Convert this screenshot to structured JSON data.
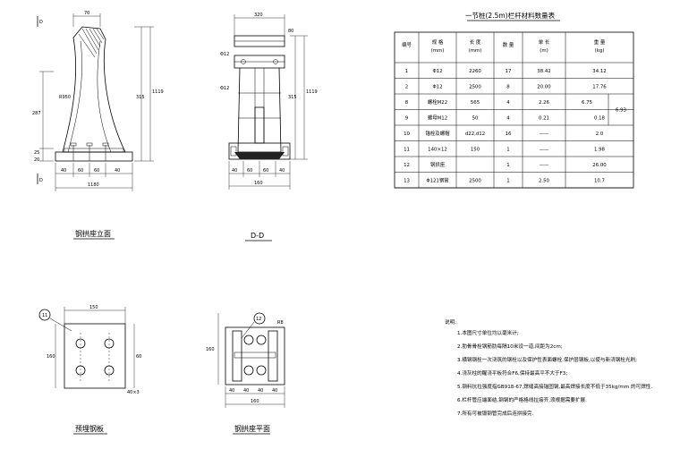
{
  "views": {
    "front": {
      "caption": "钢拱座立面",
      "section_marks": [
        "D",
        "D"
      ],
      "dims": {
        "top": "70",
        "left_total": "287",
        "left_a": "25",
        "left_b": "20",
        "right_a": "315",
        "right_total": "1119",
        "bottom": [
          "40",
          "60",
          "60",
          "40"
        ],
        "bottom_total": "1180",
        "radius": "R950"
      }
    },
    "section": {
      "caption": "D-D",
      "dims": {
        "top": "320",
        "rebar_a": "Φ12",
        "rebar_b": "Φ12",
        "right_a": "80",
        "right_b": "315",
        "right_total": "1119",
        "bottom": [
          "40",
          "60",
          "60",
          "40"
        ],
        "bottom_total": "160"
      }
    },
    "plate": {
      "caption": "预埋钢板",
      "callout": "11",
      "dims": {
        "top": "150",
        "left": "160",
        "right": "60",
        "bottom": "40×3"
      }
    },
    "base_plan": {
      "caption": "钢拱座平面",
      "callout": "12",
      "dims": {
        "top": "160",
        "right": "R8",
        "bottom": [
          "40",
          "40",
          "40",
          "40"
        ],
        "bottom_total": "160"
      }
    }
  },
  "table": {
    "title": "一节桩(2.5m)栏杆材料数量表",
    "headers": [
      "编号",
      "规 格\n(mm)",
      "长 度\n(mm)",
      "数 量",
      "单 长\n(m)",
      "重 量\n(kg)"
    ],
    "rows": [
      [
        "1",
        "Φ12",
        "2260",
        "17",
        "38.42",
        "34.12",
        ""
      ],
      [
        "2",
        "Φ12",
        "2500",
        "8",
        "20.00",
        "17.76",
        ""
      ],
      [
        "8",
        "螺栓M22",
        "565",
        "4",
        "2.26",
        "6.75",
        "6.93"
      ],
      [
        "9",
        "螺母M12",
        "50",
        "4",
        "0.21",
        "0.18",
        ""
      ],
      [
        "10",
        "锚栓及螺帽",
        "d22,d12",
        "16",
        "——",
        "2.0",
        ""
      ],
      [
        "11",
        "140×12",
        "150",
        "1",
        "——",
        "1.98",
        ""
      ],
      [
        "12",
        "钢拱座",
        "",
        "1",
        "——",
        "26.00",
        ""
      ],
      [
        "13",
        "Φ121钢管",
        "2500",
        "1",
        "2.50",
        "10.7",
        ""
      ]
    ]
  },
  "notes": {
    "heading": "说明:",
    "items": [
      "1.本图尺寸单位均以毫米计;",
      "2.肋骨骨栓钢筋肋每隔10米设一道,间距为2cm;",
      "3.横钢钢栓一次浇筑的钢栓以及保护性表面螺栓,保护层钢板,以使与新浇钢栓光刷;",
      "4.浇灰柱的醒浇平板符合F6,保持最高平不大于F3;",
      "5.钢料抗拉强度指GB918-67,焊缝高接锚固钢,最高焊接长度不低于35kg/mm 的可焊性.",
      "6.栏杆管应端面结,钢钢的严格格线拉接齐,须根据需要扩展.",
      "7.所有可被锻钢管完成后连拼接完."
    ]
  }
}
